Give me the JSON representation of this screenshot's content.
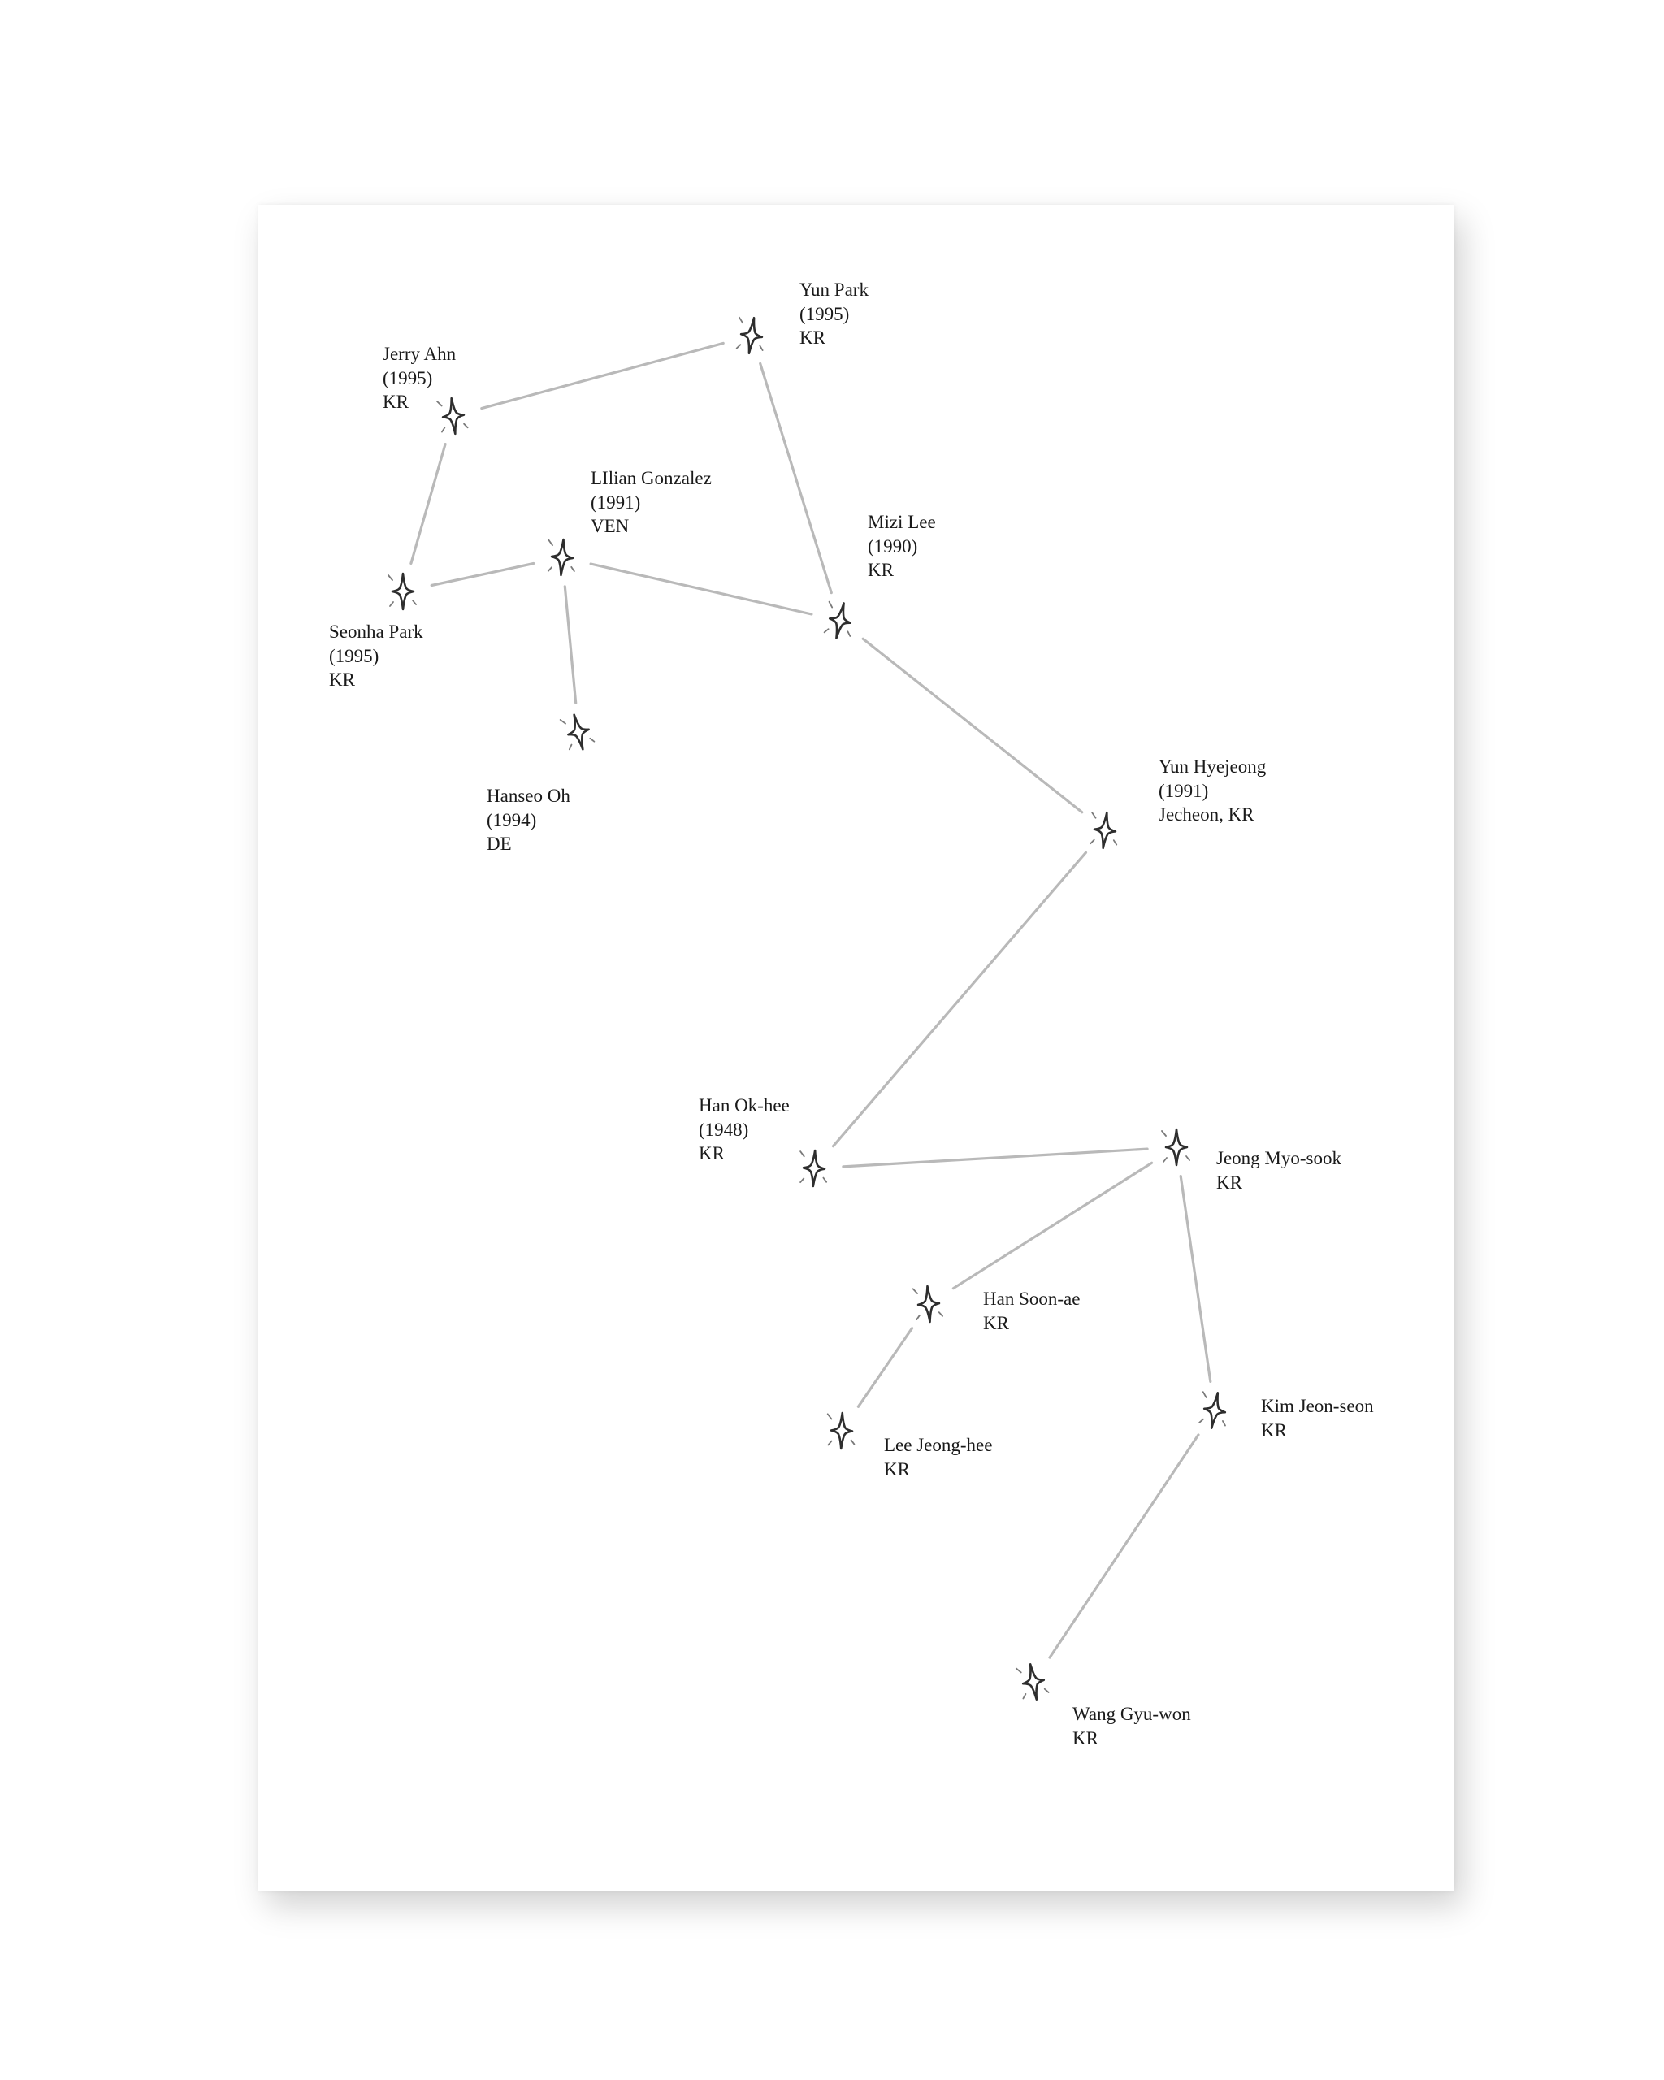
{
  "people": [
    {
      "id": "yun-park",
      "name": "Yun Park",
      "lines": [
        "Yun Park",
        "(1995)",
        "KR"
      ]
    },
    {
      "id": "jerry-ahn",
      "name": "Jerry Ahn",
      "lines": [
        "Jerry Ahn",
        "(1995)",
        "KR"
      ]
    },
    {
      "id": "lilian-gonzalez",
      "name": "LIlian Gonzalez",
      "lines": [
        "LIlian Gonzalez",
        "(1991)",
        "VEN"
      ]
    },
    {
      "id": "mizi-lee",
      "name": "Mizi Lee",
      "lines": [
        "Mizi Lee",
        "(1990)",
        "KR"
      ]
    },
    {
      "id": "seonha-park",
      "name": "Seonha Park",
      "lines": [
        "Seonha Park",
        "(1995)",
        "KR"
      ]
    },
    {
      "id": "hanseo-oh",
      "name": "Hanseo Oh",
      "lines": [
        "Hanseo Oh",
        "(1994)",
        "DE"
      ]
    },
    {
      "id": "yun-hyejeong",
      "name": "Yun Hyejeong",
      "lines": [
        "Yun Hyejeong",
        "(1991)",
        "Jecheon, KR"
      ]
    },
    {
      "id": "han-ok-hee",
      "name": "Han Ok-hee",
      "lines": [
        "Han Ok-hee",
        "(1948)",
        "KR"
      ]
    },
    {
      "id": "jeong-myo-sook",
      "name": "Jeong Myo-sook",
      "lines": [
        "Jeong Myo-sook",
        "KR"
      ]
    },
    {
      "id": "han-soon-ae",
      "name": "Han Soon-ae",
      "lines": [
        "Han Soon-ae",
        "KR"
      ]
    },
    {
      "id": "kim-jeon-seon",
      "name": "Kim Jeon-seon",
      "lines": [
        "Kim Jeon-seon",
        "KR"
      ]
    },
    {
      "id": "lee-jeong-hee",
      "name": "Lee Jeong-hee",
      "lines": [
        "Lee Jeong-hee",
        "KR"
      ]
    },
    {
      "id": "wang-gyu-won",
      "name": "Wang Gyu-won",
      "lines": [
        "Wang Gyu-won",
        "KR"
      ]
    }
  ],
  "connections": [
    {
      "from": "jerry-ahn",
      "to": "yun-park"
    },
    {
      "from": "jerry-ahn",
      "to": "seonha-park"
    },
    {
      "from": "yun-park",
      "to": "mizi-lee"
    },
    {
      "from": "seonha-park",
      "to": "lilian-gonzalez"
    },
    {
      "from": "lilian-gonzalez",
      "to": "mizi-lee"
    },
    {
      "from": "lilian-gonzalez",
      "to": "hanseo-oh"
    },
    {
      "from": "mizi-lee",
      "to": "yun-hyejeong"
    },
    {
      "from": "yun-hyejeong",
      "to": "han-ok-hee"
    },
    {
      "from": "han-ok-hee",
      "to": "jeong-myo-sook"
    },
    {
      "from": "jeong-myo-sook",
      "to": "han-soon-ae"
    },
    {
      "from": "jeong-myo-sook",
      "to": "kim-jeon-seon"
    },
    {
      "from": "han-soon-ae",
      "to": "lee-jeong-hee"
    },
    {
      "from": "kim-jeon-seon",
      "to": "wang-gyu-won"
    }
  ],
  "colors": {
    "paper": "#ffffff",
    "line": "#b9b9b9",
    "star": "#2e2e2e",
    "text": "#1a1a1a"
  }
}
